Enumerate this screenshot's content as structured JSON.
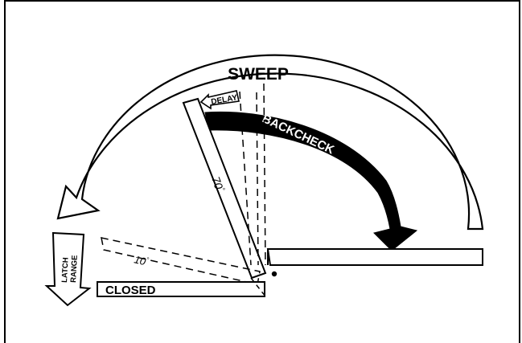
{
  "diagram": {
    "sweep_label": "SWEEP",
    "delay_label": "DELAY",
    "backcheck_label": "BACKCHECK",
    "latch_label_line1": "LATCH",
    "latch_label_line2": "RANGE",
    "closed_label": "CLOSED",
    "angle_70_value": "70",
    "angle_10_value": "10",
    "degree_symbol": "°"
  }
}
